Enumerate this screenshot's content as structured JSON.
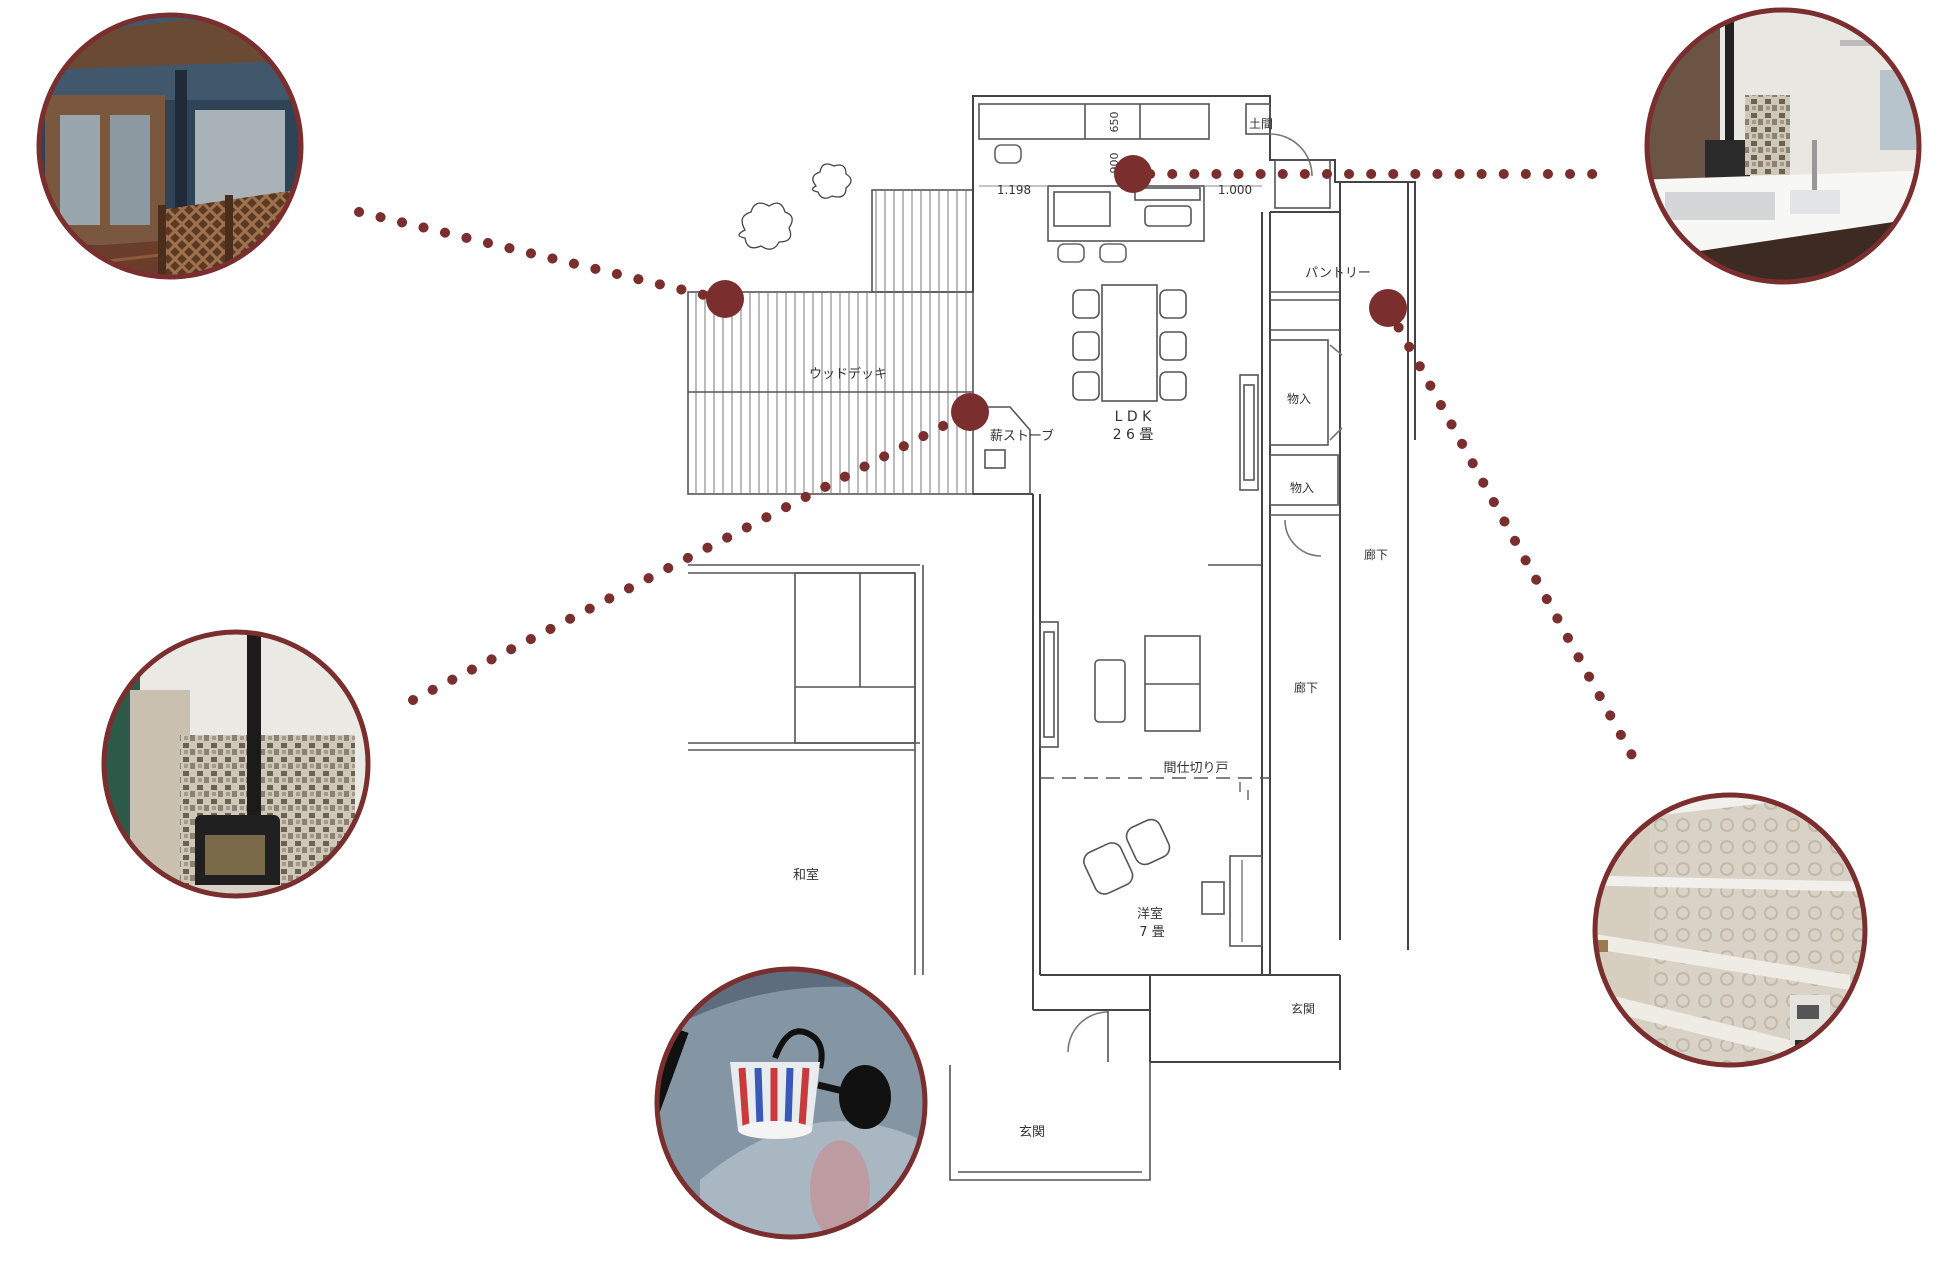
{
  "floorplan": {
    "rooms": {
      "wood_deck": "ウッドデッキ",
      "ldk_line1": "L D K",
      "ldk_line2": "2 6 畳",
      "pantry": "パントリー",
      "storage_upper": "物入",
      "storage_lower": "物入",
      "hallway_right": "廊下",
      "hallway_center": "廊下",
      "partition_door": "間仕切り戸",
      "western_room_line1": "洋室",
      "western_room_line2": "7 畳",
      "japanese_room": "和室",
      "entrance_small": "玄関",
      "entrance_main": "玄関",
      "wood_stove": "薪ストーブ",
      "earthen_floor": "土間"
    },
    "dimensions": {
      "left_width": "1.198",
      "right_width": "1.000",
      "counter_depth": "650",
      "island_depth": "900"
    }
  },
  "callouts": {
    "color": "#7a2e2e",
    "photos": [
      {
        "name": "wood-deck-photo",
        "subject": "ウッドデッキ"
      },
      {
        "name": "kitchen-photo",
        "subject": "キッチン"
      },
      {
        "name": "wood-stove-photo",
        "subject": "薪ストーブ"
      },
      {
        "name": "pantry-photo",
        "subject": "パントリー"
      },
      {
        "name": "wall-lamp-photo",
        "subject": "照明"
      }
    ]
  }
}
